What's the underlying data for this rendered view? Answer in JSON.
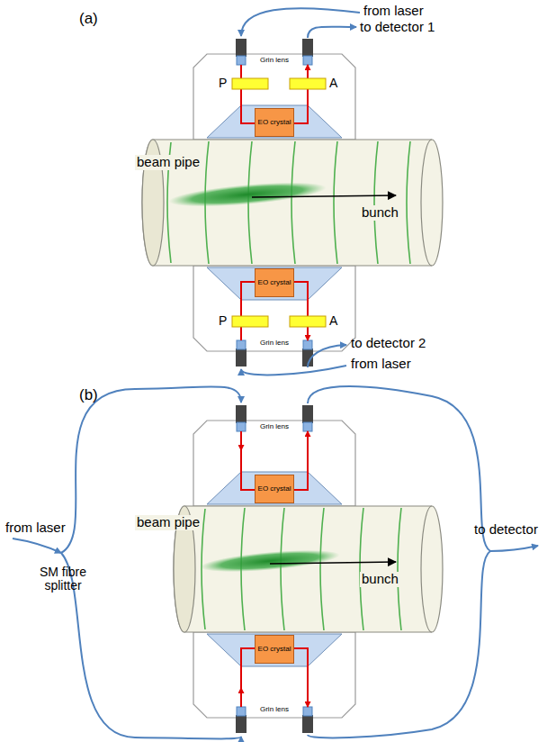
{
  "diagram": {
    "nodes": [
      {
        "text": [
          "EO crystal"
        ]
      },
      {
        "text": [
          "EO crystal"
        ]
      },
      {
        "text": [
          "EO crystal"
        ]
      },
      {
        "text": [
          "EO crystal"
        ]
      }
    ],
    "labels": [
      "(a)",
      "from laser",
      "to detector 1",
      "Grin lens",
      "P",
      "A",
      "beam pipe",
      "bunch",
      "P",
      "A",
      "Grin lens",
      "to detector 2",
      "from laser",
      "(b)",
      "Grin lens",
      "from laser",
      "beam pipe",
      "bunch",
      "SM fibre splitter",
      "to detector",
      "Grin lens"
    ]
  }
}
